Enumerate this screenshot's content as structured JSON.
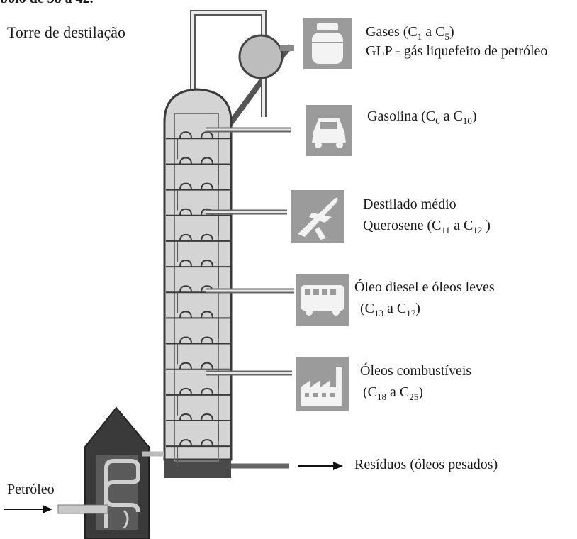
{
  "header_fragment": "bolo de 38 a 42.",
  "title": "Torre de destilação",
  "feed_label": "Petróleo",
  "fractions": [
    {
      "line1": "Gases (C",
      "line1_sub_a": "1",
      "line1_mid": " a C",
      "line1_sub_b": "5",
      "line1_end": ")",
      "line2": "GLP - gás liquefeito de petróleo",
      "icon": "gas-cylinder-icon"
    },
    {
      "line1": "Gasolina (C",
      "line1_sub_a": "6",
      "line1_mid": "  a  C",
      "line1_sub_b": "10",
      "line1_end": ")",
      "icon": "car-icon"
    },
    {
      "line1": "Destilado médio",
      "line2_a": "Querosene (C",
      "line2_sub_a": "11",
      "line2_mid": " a C",
      "line2_sub_b": "12",
      "line2_end": " )",
      "icon": "airplane-icon"
    },
    {
      "line1": "Óleo diesel e óleos leves",
      "line2_a": "(C",
      "line2_sub_a": "13",
      "line2_mid": " a C",
      "line2_sub_b": "17",
      "line2_end": ")",
      "icon": "bus-icon"
    },
    {
      "line1": "Óleos combustíveis",
      "line2_a": "(C",
      "line2_sub_a": "18",
      "line2_mid": " a C",
      "line2_sub_b": "25",
      "line2_end": ")",
      "icon": "factory-icon"
    }
  ],
  "residue_label": "Resíduos (óleos pesados)",
  "colors": {
    "tower_fill": "#d9d9d9",
    "tower_stroke": "#444444",
    "icon_bg": "#9a9a9a",
    "furnace": "#3a3a3a"
  }
}
